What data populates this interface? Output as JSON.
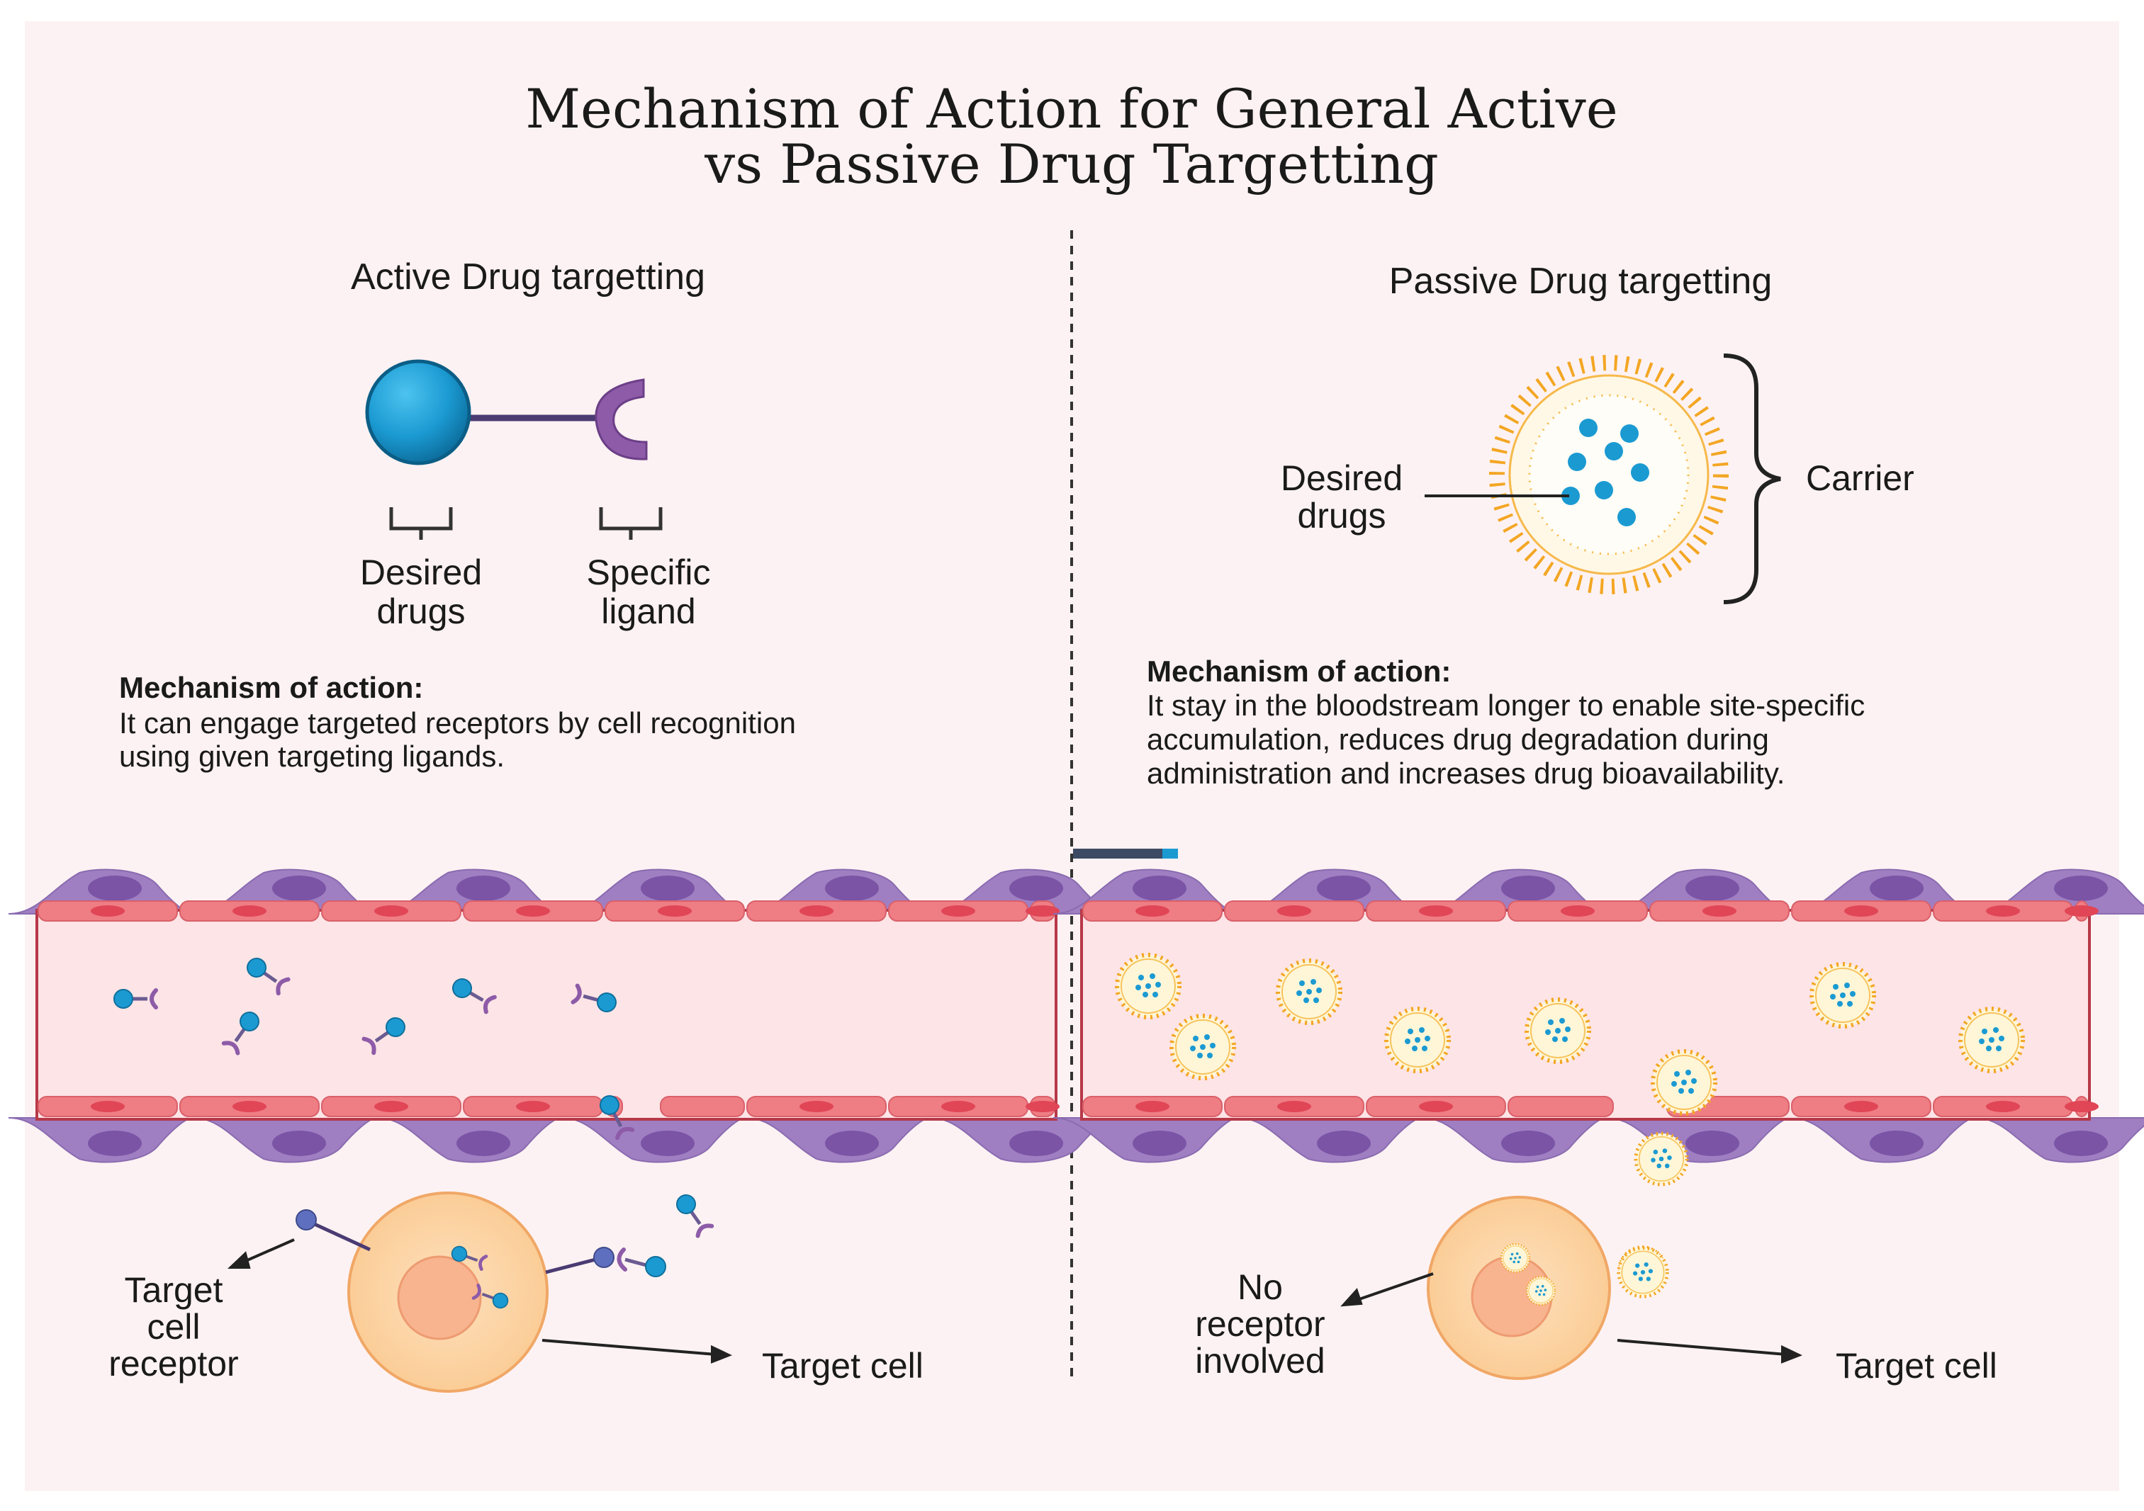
{
  "title": {
    "line1": "Mechanism of Action for General Active",
    "line2": "vs Passive Drug Targetting"
  },
  "active": {
    "heading": "Active Drug targetting",
    "drug_label": [
      "Desired",
      "drugs"
    ],
    "ligand_label": [
      "Specific",
      "ligand"
    ],
    "mechanism_title": "Mechanism of action:",
    "mechanism_text": [
      "It can engage targeted receptors by cell recognition",
      "using given targeting ligands."
    ],
    "receptor_label": [
      "Target",
      "cell",
      "receptor"
    ],
    "target_cell_label": "Target cell"
  },
  "passive": {
    "heading": "Passive Drug targetting",
    "drug_label": [
      "Desired",
      "drugs"
    ],
    "carrier_label": "Carrier",
    "mechanism_title": "Mechanism of action:",
    "mechanism_text": [
      "It stay in the bloodstream longer to enable site-specific",
      "accumulation, reduces drug degradation during",
      "administration and increases drug bioavailability."
    ],
    "receptor_label": [
      "No",
      "receptor",
      "involved"
    ],
    "target_cell_label": "Target cell"
  },
  "colors": {
    "background": "#fdf2f3",
    "drug_blue": "#1b9ad2",
    "ligand_purple": "#8d5ba8",
    "carrier_orange": "#f3a623",
    "carrier_yellow": "#fff6d8",
    "vessel_fill": "#fde4e6",
    "vessel_border": "#b73848",
    "endothelium": "#ef7d84",
    "endothelium_nucleus": "#e04656",
    "pericyte": "#9f7fc2",
    "pericyte_nucleus": "#7b54a6",
    "cell_outer": "#fcd4a5",
    "cell_nucleus": "#f8b48e"
  }
}
